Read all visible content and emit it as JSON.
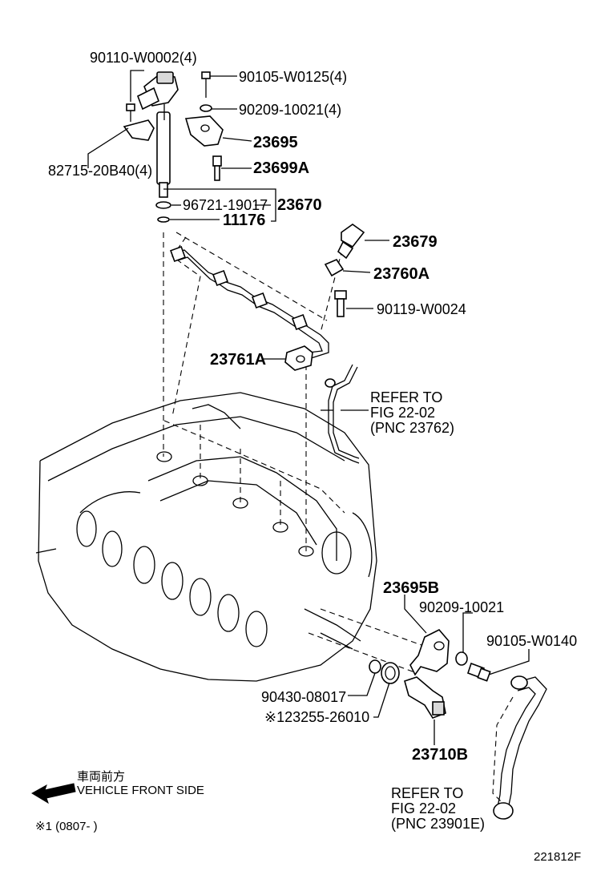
{
  "labels": {
    "p90110": "90110-W0002(4)",
    "p90105a": "90105-W0125(4)",
    "p90209a": "90209-10021(4)",
    "p23695": "23695",
    "p82715": "82715-20B40(4)",
    "p23699a": "23699A",
    "p96721": "96721-19017",
    "p23670": "23670",
    "p11176": "11176",
    "p23679": "23679",
    "p23760a": "23760A",
    "p90119": "90119-W0024",
    "p23761a": "23761A",
    "p23695b": "23695B",
    "p90209b": "90209-10021",
    "p90105b": "90105-W0140",
    "p90430": "90430-08017",
    "p23255": "※123255-26010",
    "p23710b": "23710B"
  },
  "refer1": {
    "line1": "REFER TO",
    "line2": "FIG 22-02",
    "line3": "(PNC 23762)"
  },
  "refer2": {
    "line1": "REFER TO",
    "line2": "FIG 22-02",
    "line3": "(PNC 23901E)"
  },
  "front": {
    "jp": "車両前方",
    "en": "VEHICLE FRONT SIDE"
  },
  "footnote": "※1 (0807-    )",
  "figure_id": "221812F"
}
